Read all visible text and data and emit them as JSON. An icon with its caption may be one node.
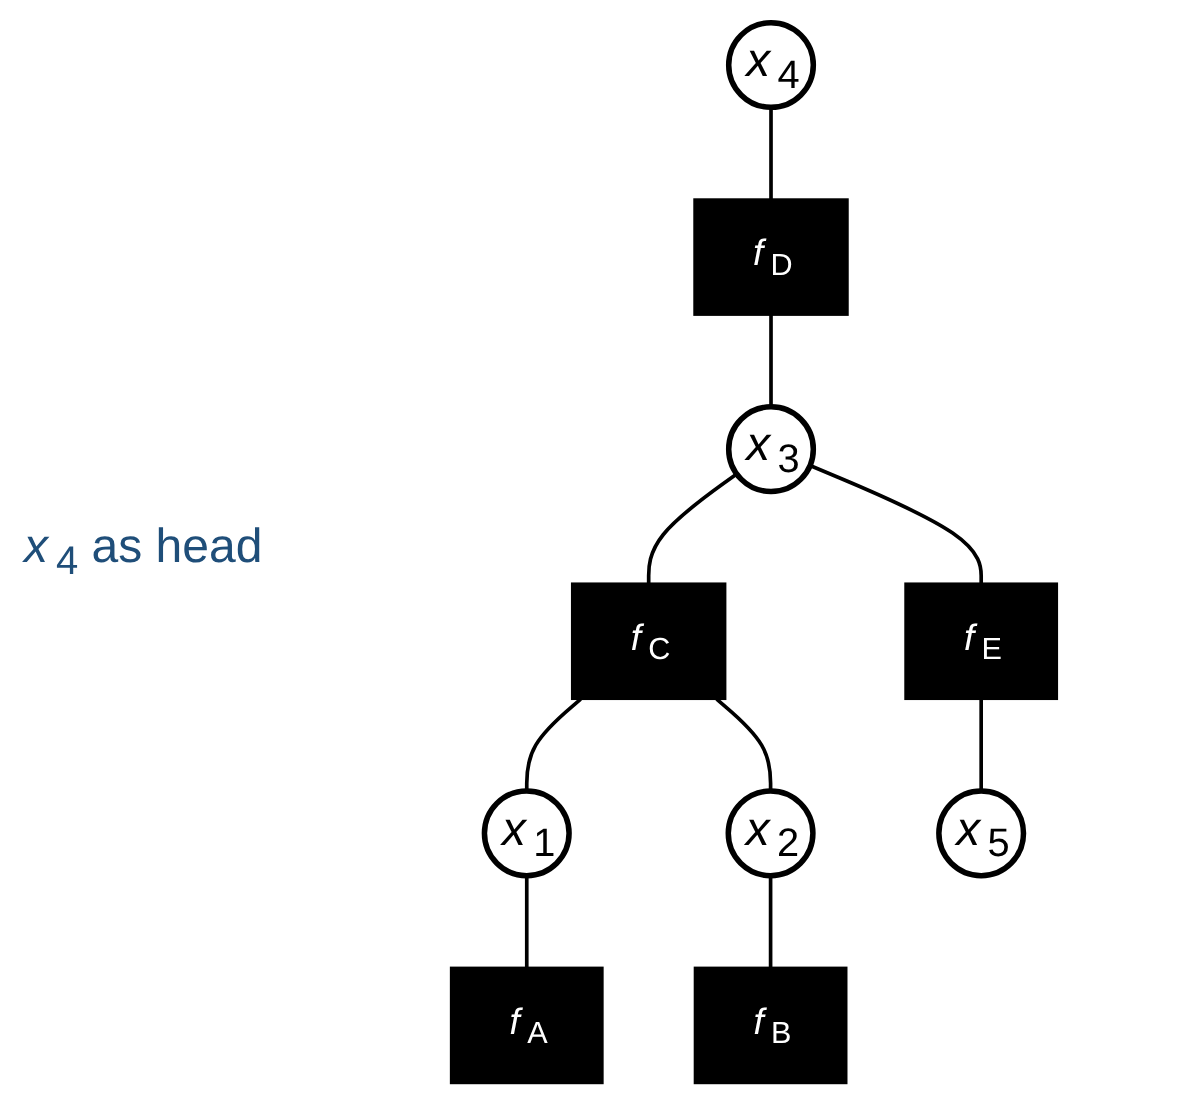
{
  "diagram": {
    "nodes": [
      {
        "text": [
          "*x*$_{4}$"
        ]
      },
      {
        "text": [
          "*f*$_{D}$"
        ]
      },
      {
        "text": [
          "*x*$_{3}$"
        ]
      },
      {
        "text": [
          "*f*$_{C}$"
        ]
      },
      {
        "text": [
          "*f*$_{E}$"
        ]
      },
      {
        "text": [
          "*x*$_{1}$"
        ]
      },
      {
        "text": [
          "*x*$_{2}$"
        ]
      },
      {
        "text": [
          "*x*$_{5}$"
        ]
      },
      {
        "text": [
          "*f*$_{A}$"
        ]
      },
      {
        "text": [
          "*f*$_{B}$"
        ]
      }
    ],
    "edges": [
      {
        "from": 0,
        "to": 1,
        "arrow": "none"
      },
      {
        "from": 1,
        "to": 2,
        "arrow": "none"
      },
      {
        "from": 2,
        "to": 3,
        "arrow": "none"
      },
      {
        "from": 2,
        "to": 4,
        "arrow": "none"
      },
      {
        "from": 3,
        "to": 5,
        "arrow": "none"
      },
      {
        "from": 3,
        "to": 6,
        "arrow": "none"
      },
      {
        "from": 4,
        "to": 7,
        "arrow": "none"
      },
      {
        "from": 5,
        "to": 8,
        "arrow": "none"
      },
      {
        "from": 6,
        "to": 9,
        "arrow": "none"
      }
    ],
    "labels": [
      "*x*$_{4}$ as head"
    ]
  }
}
